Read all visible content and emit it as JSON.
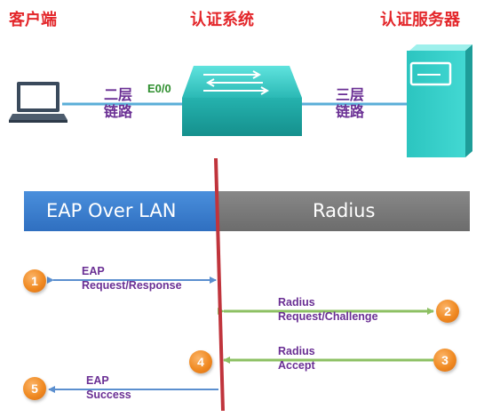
{
  "roles": {
    "client": "客户端",
    "auth_system": "认证系统",
    "auth_server": "认证服务器"
  },
  "links": {
    "layer2_line1": "二层",
    "layer2_line2": "链路",
    "layer3_line1": "三层",
    "layer3_line2": "链路",
    "port": "E0/0"
  },
  "bands": {
    "left": "EAP Over LAN",
    "right": "Radius"
  },
  "messages": [
    {
      "step": "1",
      "line1": "EAP",
      "line2": "Request/Response"
    },
    {
      "step": "2",
      "line1": "Radius",
      "line2": "Request/Challenge"
    },
    {
      "step": "3",
      "line1": "Radius",
      "line2": "Accept"
    },
    {
      "step": "4",
      "line1": "",
      "line2": ""
    },
    {
      "step": "5",
      "line1": "EAP",
      "line2": "Success"
    }
  ],
  "colors": {
    "title_red": "#e3262a",
    "label_purple": "#6a2f94",
    "port_green": "#2f8f2f",
    "eapol_blue": "#3e7fd0",
    "radius_gray": "#7a7a7a",
    "divider_red": "#c0343c",
    "arrow_blue": "#5b8fcf",
    "arrow_green": "#8dc063",
    "step_orange": "#f08a22"
  }
}
